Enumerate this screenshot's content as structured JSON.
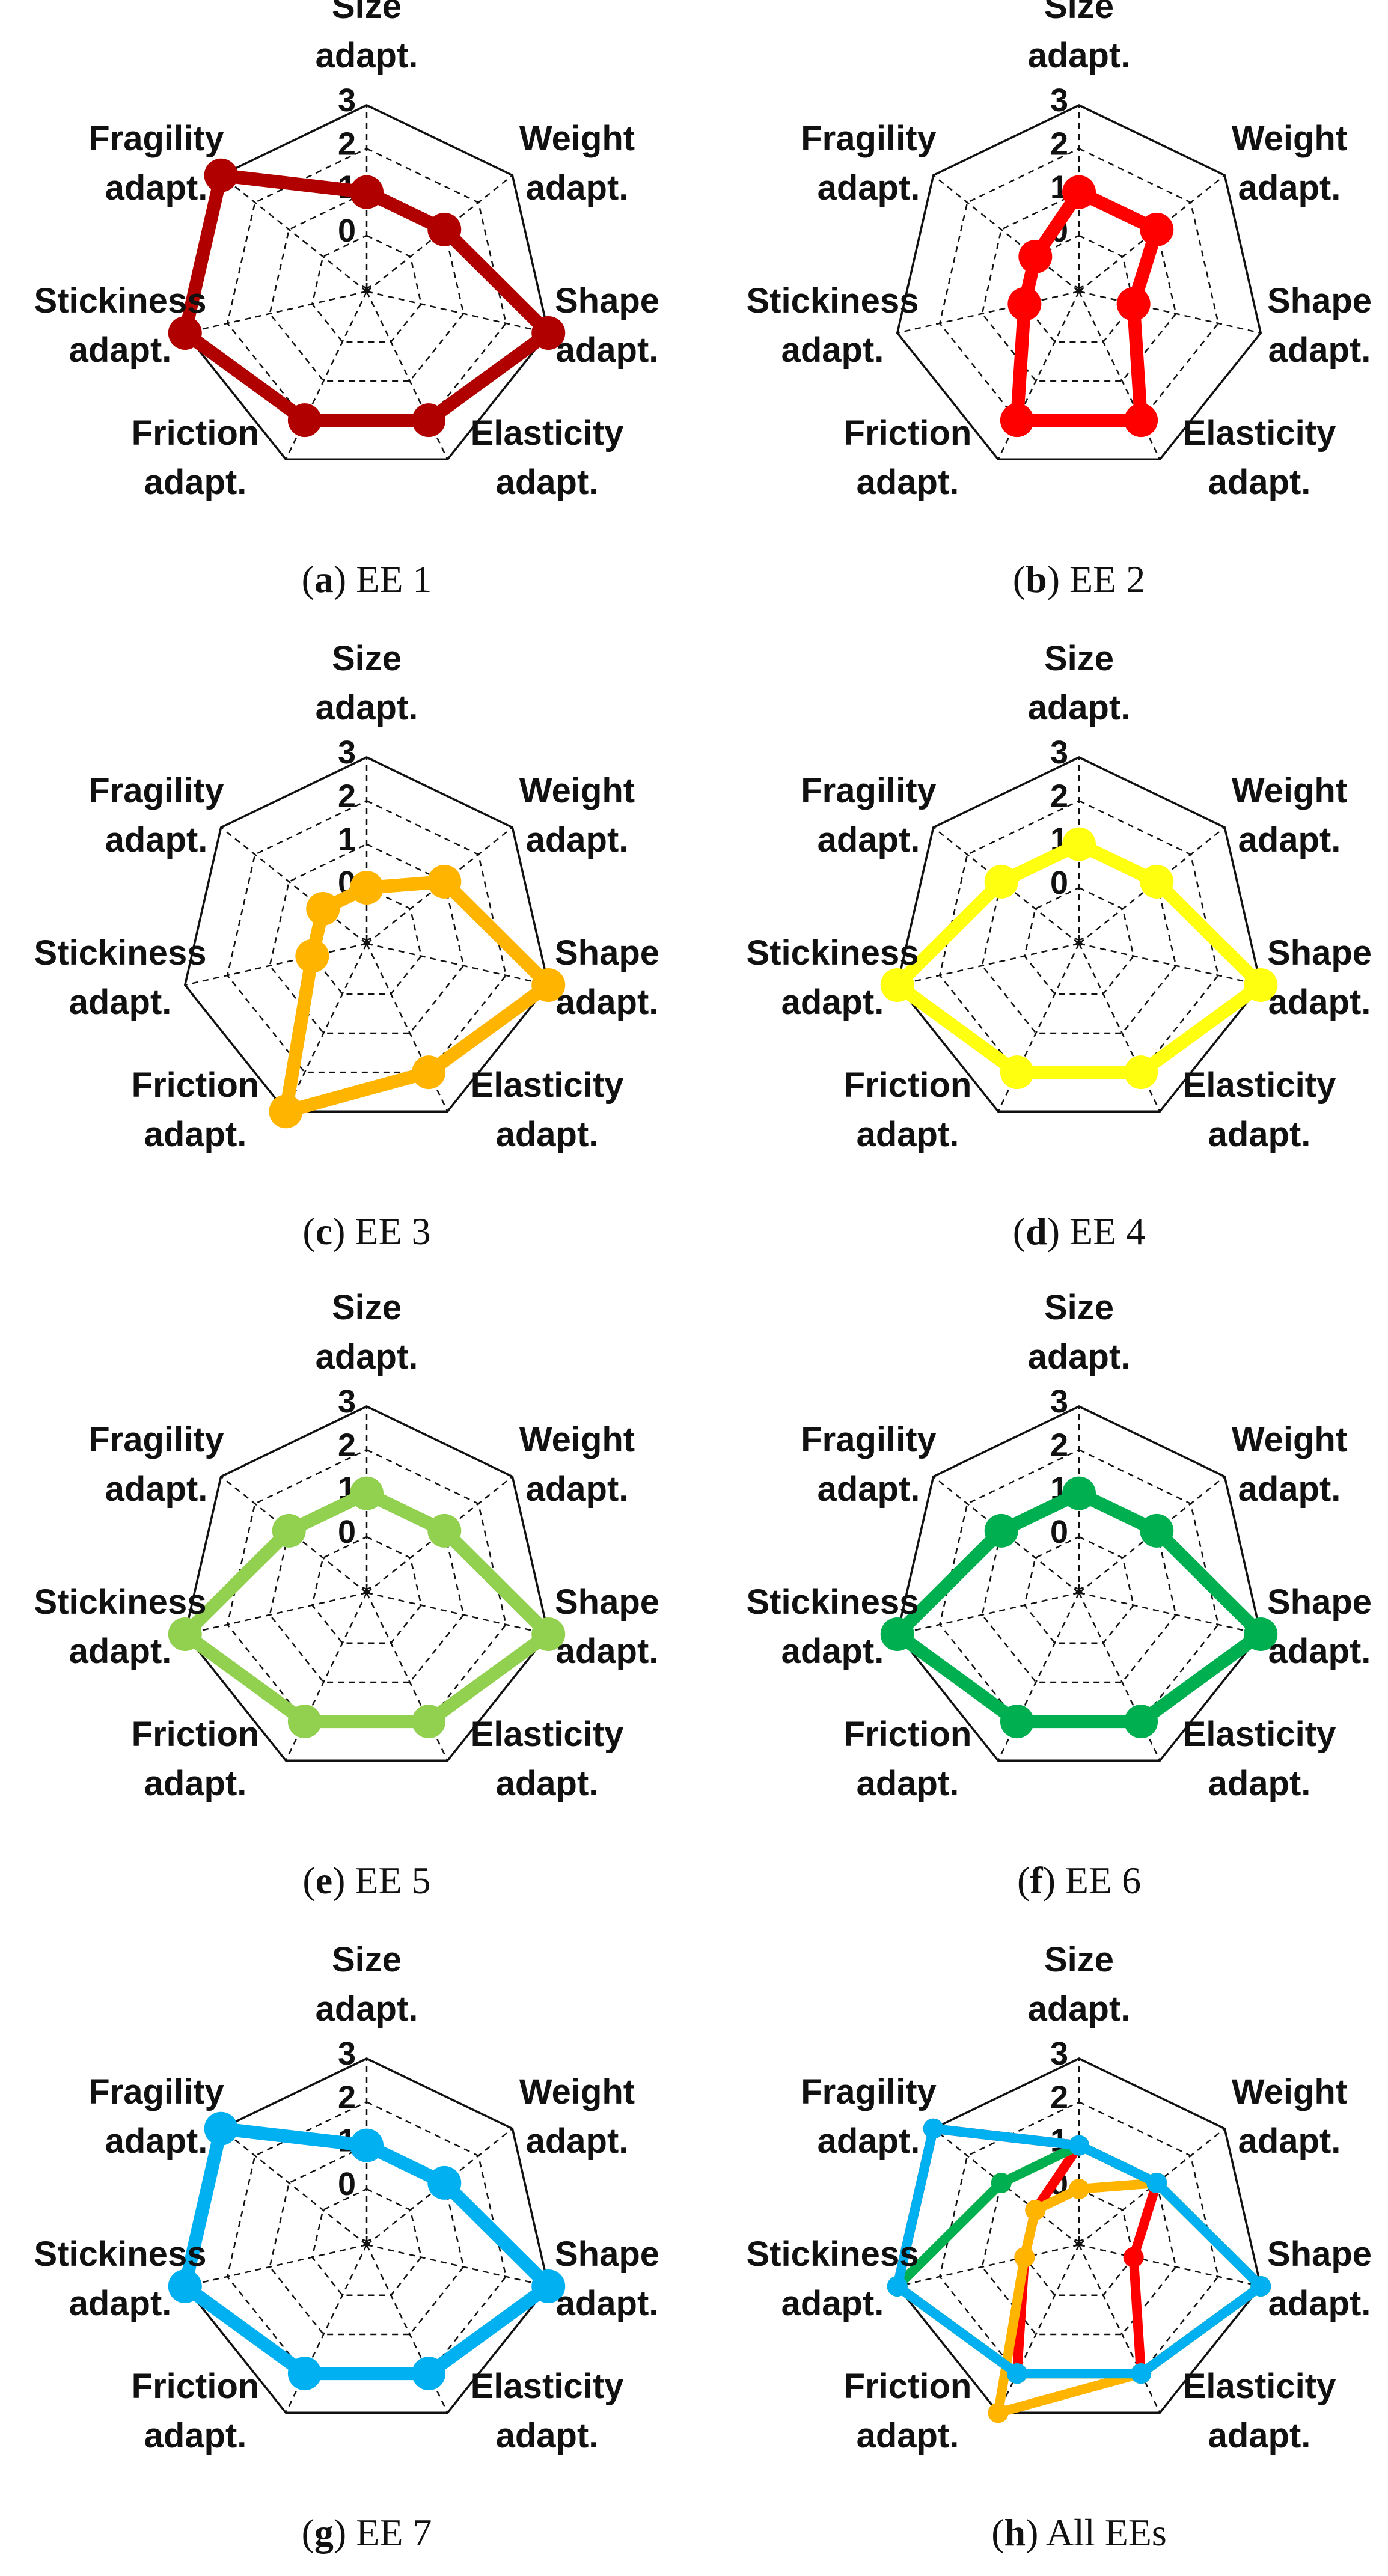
{
  "chart_data": {
    "type": "radar",
    "axes": [
      [
        "Size",
        "adapt."
      ],
      [
        "Weight",
        "adapt."
      ],
      [
        "Shape",
        "adapt."
      ],
      [
        "Elasticity",
        "adapt."
      ],
      [
        "Friction",
        "adapt."
      ],
      [
        "Stickiness",
        "adapt."
      ],
      [
        "Fragility",
        "adapt."
      ]
    ],
    "ticks": [
      "0",
      "1",
      "2",
      "3"
    ],
    "range": [
      0,
      3
    ],
    "panels": [
      {
        "letter": "a",
        "caption": "EE 1",
        "series": [
          {
            "color": "#b00000",
            "values": [
              1,
              1,
              3,
              2,
              2,
              3,
              3
            ]
          }
        ]
      },
      {
        "letter": "b",
        "caption": "EE 2",
        "series": [
          {
            "color": "#ff0000",
            "values": [
              1,
              1,
              0,
              2,
              2,
              0,
              0
            ]
          }
        ]
      },
      {
        "letter": "c",
        "caption": "EE 3",
        "series": [
          {
            "color": "#ffb400",
            "values": [
              0,
              1,
              3,
              2,
              3,
              0,
              0
            ]
          }
        ]
      },
      {
        "letter": "d",
        "caption": "EE 4",
        "series": [
          {
            "color": "#ffff10",
            "values": [
              1,
              1,
              3,
              2,
              2,
              3,
              1
            ]
          }
        ]
      },
      {
        "letter": "e",
        "caption": "EE 5",
        "series": [
          {
            "color": "#92d050",
            "values": [
              1,
              1,
              3,
              2,
              2,
              3,
              1
            ]
          }
        ]
      },
      {
        "letter": "f",
        "caption": "EE 6",
        "series": [
          {
            "color": "#00b050",
            "values": [
              1,
              1,
              3,
              2,
              2,
              3,
              1
            ]
          }
        ]
      },
      {
        "letter": "g",
        "caption": "EE 7",
        "series": [
          {
            "color": "#00b0f0",
            "values": [
              1,
              1,
              3,
              2,
              2,
              3,
              3
            ]
          }
        ]
      },
      {
        "letter": "h",
        "caption": "All EEs",
        "series": [
          {
            "color": "#b00000",
            "values": [
              1,
              1,
              3,
              2,
              2,
              3,
              3
            ]
          },
          {
            "color": "#ff0000",
            "values": [
              1,
              1,
              0,
              2,
              2,
              0,
              0
            ]
          },
          {
            "color": "#ffb400",
            "values": [
              0,
              1,
              3,
              2,
              3,
              0,
              0
            ]
          },
          {
            "color": "#ffff10",
            "values": [
              1,
              1,
              3,
              2,
              2,
              3,
              1
            ]
          },
          {
            "color": "#92d050",
            "values": [
              1,
              1,
              3,
              2,
              2,
              3,
              1
            ]
          },
          {
            "color": "#00b050",
            "values": [
              1,
              1,
              3,
              2,
              2,
              3,
              1
            ]
          },
          {
            "color": "#00b0f0",
            "values": [
              1,
              1,
              3,
              2,
              2,
              3,
              3
            ]
          }
        ]
      }
    ]
  }
}
